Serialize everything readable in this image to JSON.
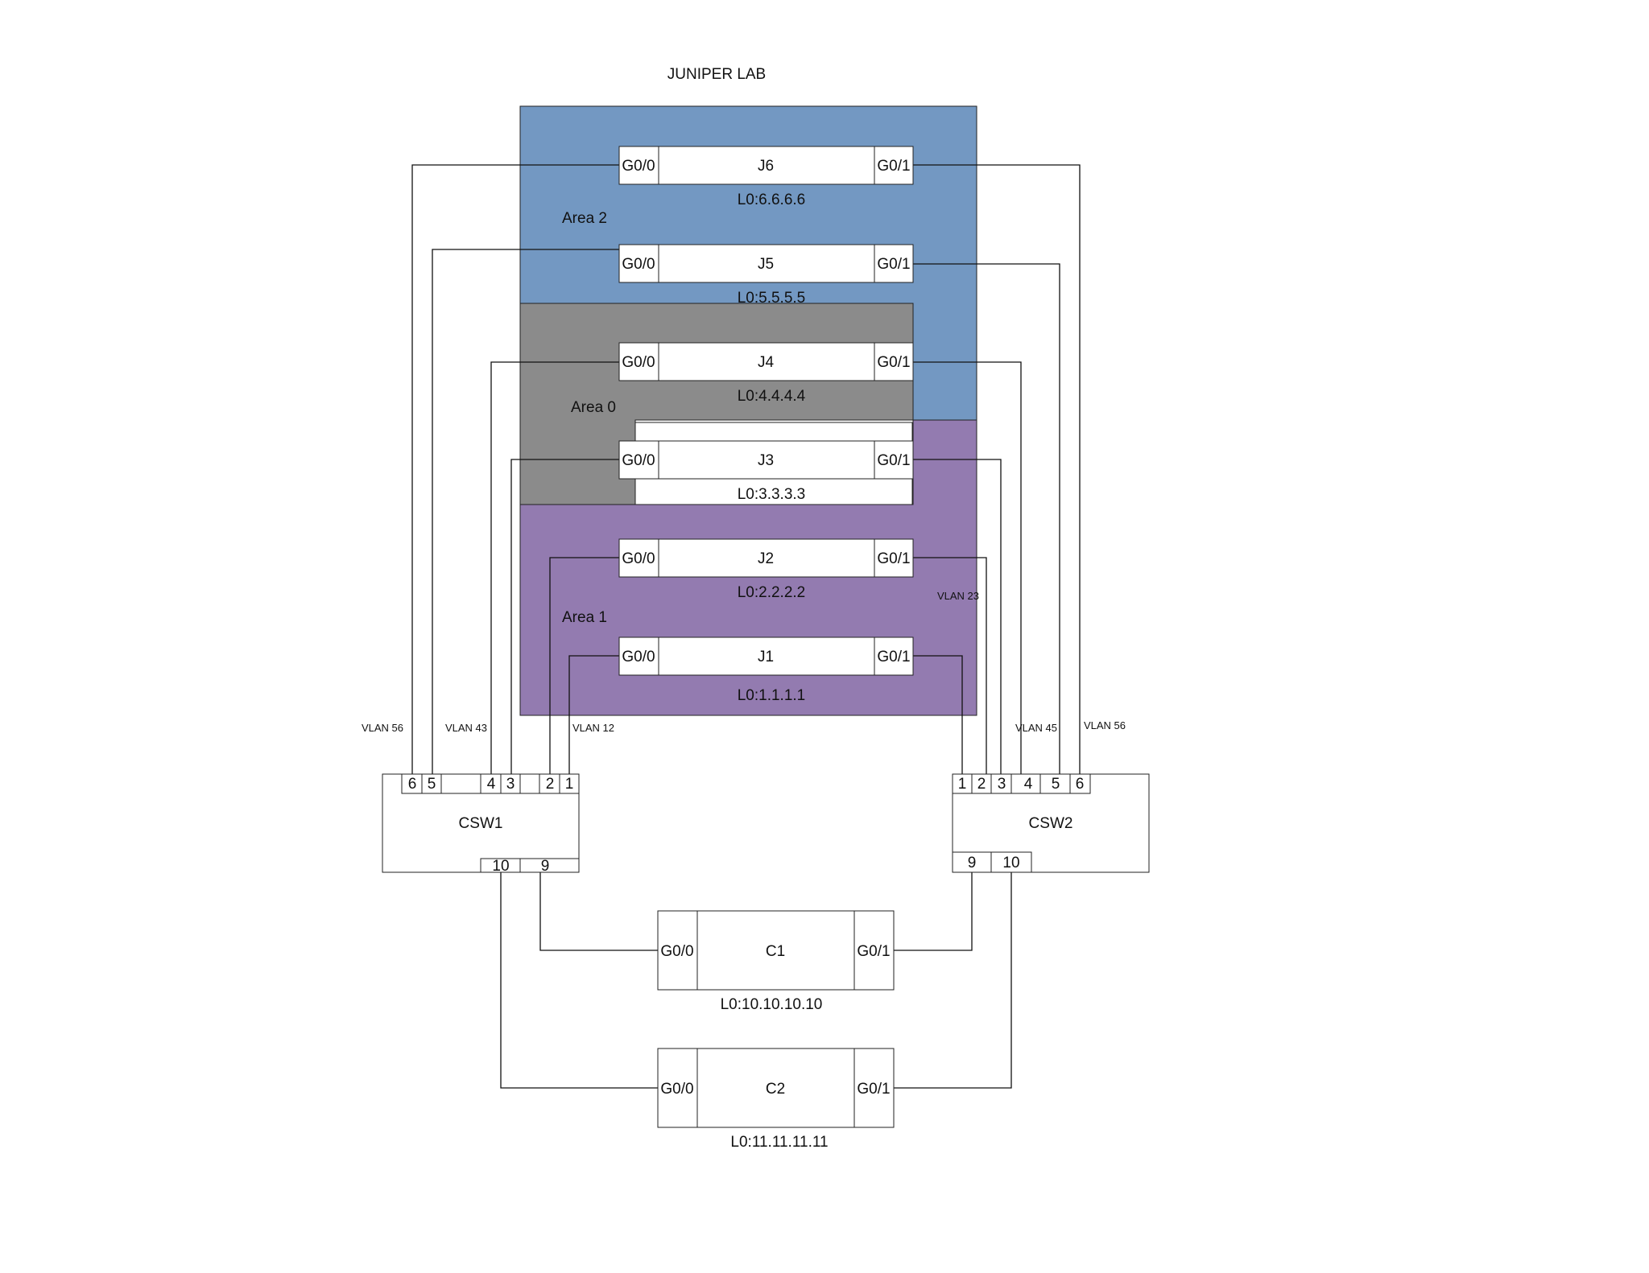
{
  "title": "JUNIPER LAB",
  "colors": {
    "area2": "#7398c2",
    "area0": "#8b8b8b",
    "area1": "#937bb0",
    "red": "#e02020",
    "cyan": "#1aa3d6",
    "orange": "#c8781e",
    "gray": "#8a8a8a",
    "black": "#111111"
  },
  "areas": [
    {
      "id": "area2",
      "label": "Area 2"
    },
    {
      "id": "area0",
      "label": "Area 0"
    },
    {
      "id": "area1",
      "label": "Area 1"
    }
  ],
  "routers": [
    {
      "name": "J6",
      "left_port": "G0/0",
      "right_port": "G0/1",
      "loopback": "L0:6.6.6.6"
    },
    {
      "name": "J5",
      "left_port": "G0/0",
      "right_port": "G0/1",
      "loopback": "L0:5.5.5.5"
    },
    {
      "name": "J4",
      "left_port": "G0/0",
      "right_port": "G0/1",
      "loopback": "L0:4.4.4.4"
    },
    {
      "name": "J3",
      "left_port": "G0/0",
      "right_port": "G0/1",
      "loopback": "L0:3.3.3.3"
    },
    {
      "name": "J2",
      "left_port": "G0/0",
      "right_port": "G0/1",
      "loopback": "L0:2.2.2.2"
    },
    {
      "name": "J1",
      "left_port": "G0/0",
      "right_port": "G0/1",
      "loopback": "L0:1.1.1.1"
    },
    {
      "name": "C1",
      "left_port": "G0/0",
      "right_port": "G0/1",
      "loopback": "L0:10.10.10.10"
    },
    {
      "name": "C2",
      "left_port": "G0/0",
      "right_port": "G0/1",
      "loopback": "L0:11.11.11.11"
    }
  ],
  "switches": [
    {
      "name": "CSW1",
      "top_ports": [
        {
          "label": "6",
          "color": "orange"
        },
        {
          "label": "5",
          "color": "orange"
        },
        {
          "label": "4",
          "color": "red"
        },
        {
          "label": "3",
          "color": "red"
        },
        {
          "label": "2",
          "color": "cyan"
        },
        {
          "label": "1",
          "color": "cyan"
        }
      ],
      "bottom_ports": [
        {
          "label": "10",
          "color": "black"
        },
        {
          "label": "9",
          "color": "black"
        }
      ]
    },
    {
      "name": "CSW2",
      "top_ports": [
        {
          "label": "1",
          "color": "red"
        },
        {
          "label": "2",
          "color": "gray"
        },
        {
          "label": "3",
          "color": "gray"
        },
        {
          "label": "4",
          "color": "cyan"
        },
        {
          "label": "5",
          "color": "cyan"
        },
        {
          "label": "6",
          "color": "black"
        }
      ],
      "bottom_ports": [
        {
          "label": "9",
          "color": "red"
        },
        {
          "label": "10",
          "color": "cyan"
        }
      ]
    }
  ],
  "vlan_labels": [
    "VLAN 56",
    "VLAN 43",
    "VLAN 12",
    "VLAN 23",
    "VLAN 45",
    "VLAN 56"
  ]
}
